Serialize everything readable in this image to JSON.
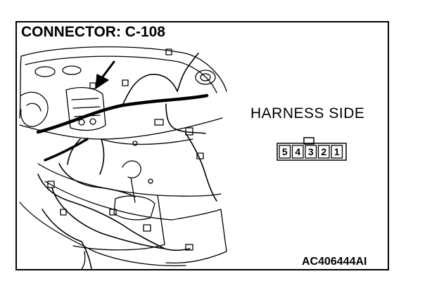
{
  "title": "CONNECTOR: C-108",
  "harness_side_label": "HARNESS SIDE",
  "pins": [
    "5",
    "4",
    "3",
    "2",
    "1"
  ],
  "figure_code": "AC406444AI"
}
